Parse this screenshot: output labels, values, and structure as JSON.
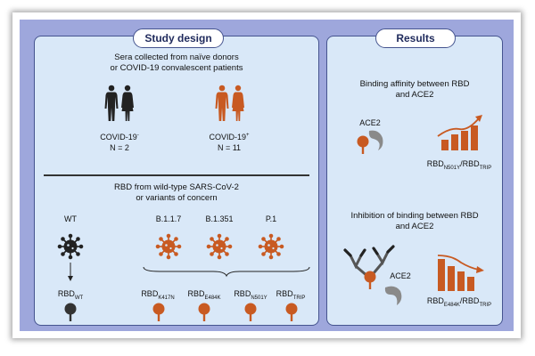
{
  "study_design": {
    "title": "Study design",
    "sera_line1": "Sera collected from naïve donors",
    "sera_line2": "or COVID-19 convalescent patients",
    "neg_group": {
      "label": "COVID-19",
      "sign": "-",
      "n": "N = 2"
    },
    "pos_group": {
      "label": "COVID-19",
      "sign": "+",
      "n": "N = 11"
    },
    "rbd_line1": "RBD from wild-type SARS-CoV-2",
    "rbd_line2": "or variants of concern",
    "wt_label": "WT",
    "variants": [
      "B.1.1.7",
      "B.1.351",
      "P.1"
    ],
    "rbd_wt": {
      "base": "RBD",
      "sub": "WT"
    },
    "rbd_mutants": [
      {
        "base": "RBD",
        "sub": "K417N"
      },
      {
        "base": "RBD",
        "sub": "E484K"
      },
      {
        "base": "RBD",
        "sub": "N501Y"
      },
      {
        "base": "RBD",
        "sub": "TRIP"
      }
    ]
  },
  "results": {
    "title": "Results",
    "binding_line1": "Binding affinity between RBD",
    "binding_line2": "and ACE2",
    "ace2_label_1": "ACE2",
    "binding_rbd": {
      "base1": "RBD",
      "sub1": "N501Y",
      "sep": "/",
      "base2": "RBD",
      "sub2": "TRIP"
    },
    "inhibition_line1": "Inhibition of binding between RBD",
    "inhibition_line2": "and ACE2",
    "ace2_label_2": "ACE2",
    "inhibition_rbd": {
      "base1": "RBD",
      "sub1": "E484K",
      "sep": "/",
      "base2": "RBD",
      "sub2": "TRIP"
    }
  },
  "colors": {
    "accent": "#c85a22",
    "dark": "#222222",
    "panel": "#d9e8f8",
    "background": "#9ea7dc",
    "border": "#45548f",
    "gray": "#8a8a8a"
  },
  "icons": [
    "person-icon",
    "virus-icon",
    "rbd-icon",
    "ace2-icon",
    "antibody-icon",
    "bar-chart-up-icon",
    "bar-chart-down-icon"
  ]
}
